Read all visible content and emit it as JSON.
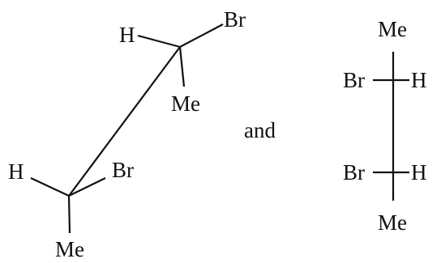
{
  "left_structure": {
    "upper_carbon": {
      "h": "H",
      "br": "Br",
      "me": "Me"
    },
    "lower_carbon": {
      "h": "H",
      "br": "Br",
      "me": "Me"
    }
  },
  "conjunction": "and",
  "right_structure": {
    "top_me": "Me",
    "upper_carbon": {
      "br": "Br",
      "h": "H"
    },
    "lower_carbon": {
      "br": "Br",
      "h": "H"
    },
    "bottom_me": "Me"
  }
}
